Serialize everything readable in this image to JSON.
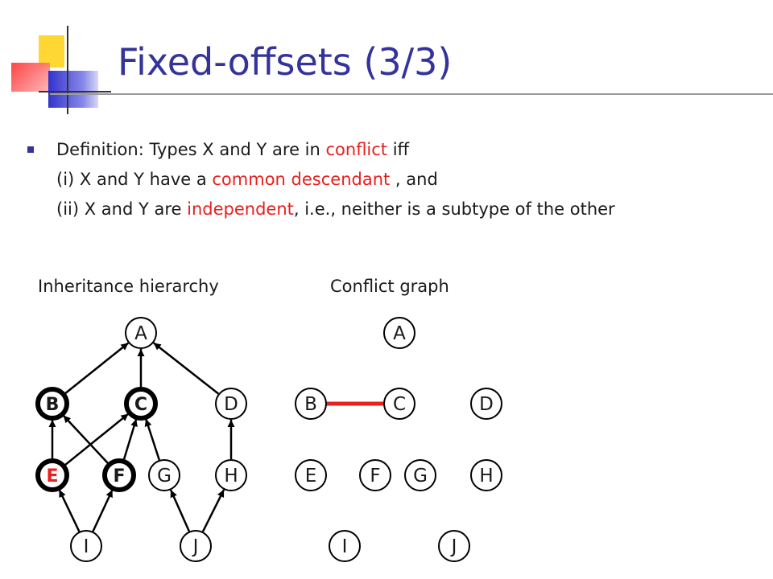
{
  "title": "Fixed-offsets (3/3)",
  "definition": {
    "line1": [
      {
        "text": "Definition: Types X and Y are in ",
        "highlight": false
      },
      {
        "text": "conflict",
        "highlight": true
      },
      {
        "text": " iff",
        "highlight": false
      }
    ],
    "line2": [
      {
        "text": "(i)  X and Y have a ",
        "highlight": false
      },
      {
        "text": "common descendant",
        "highlight": true
      },
      {
        "text": " , and",
        "highlight": false
      }
    ],
    "line3": [
      {
        "text": "(ii) X and Y are ",
        "highlight": false
      },
      {
        "text": "independent",
        "highlight": true
      },
      {
        "text": ", i.e., neither is a subtype of the other",
        "highlight": false
      }
    ]
  },
  "labels": {
    "inheritance": "Inheritance hierarchy",
    "conflict": "Conflict graph"
  },
  "colors": {
    "title": "#33339a",
    "highlight": "#e8201e",
    "conflict_edge": "#e8201e",
    "highlighted_node_text": "#e8201e"
  },
  "inheritance_graph": {
    "nodes": [
      {
        "id": "A",
        "label": "A",
        "style": "normal"
      },
      {
        "id": "B",
        "label": "B",
        "style": "bold"
      },
      {
        "id": "C",
        "label": "C",
        "style": "bold"
      },
      {
        "id": "D",
        "label": "D",
        "style": "normal"
      },
      {
        "id": "E",
        "label": "E",
        "style": "bold-red"
      },
      {
        "id": "F",
        "label": "F",
        "style": "bold"
      },
      {
        "id": "G",
        "label": "G",
        "style": "normal"
      },
      {
        "id": "H",
        "label": "H",
        "style": "normal"
      },
      {
        "id": "I",
        "label": "I",
        "style": "normal"
      },
      {
        "id": "J",
        "label": "J",
        "style": "normal"
      }
    ],
    "edges": [
      {
        "from": "B",
        "to": "A"
      },
      {
        "from": "C",
        "to": "A"
      },
      {
        "from": "D",
        "to": "A"
      },
      {
        "from": "E",
        "to": "B"
      },
      {
        "from": "F",
        "to": "B"
      },
      {
        "from": "E",
        "to": "C"
      },
      {
        "from": "F",
        "to": "C"
      },
      {
        "from": "G",
        "to": "C"
      },
      {
        "from": "H",
        "to": "D"
      },
      {
        "from": "I",
        "to": "E"
      },
      {
        "from": "I",
        "to": "F"
      },
      {
        "from": "J",
        "to": "G"
      },
      {
        "from": "J",
        "to": "H"
      }
    ]
  },
  "conflict_graph": {
    "nodes": [
      {
        "id": "A",
        "label": "A"
      },
      {
        "id": "B",
        "label": "B"
      },
      {
        "id": "C",
        "label": "C"
      },
      {
        "id": "D",
        "label": "D"
      },
      {
        "id": "E",
        "label": "E"
      },
      {
        "id": "F",
        "label": "F"
      },
      {
        "id": "G",
        "label": "G"
      },
      {
        "id": "H",
        "label": "H"
      },
      {
        "id": "I",
        "label": "I"
      },
      {
        "id": "J",
        "label": "J"
      }
    ],
    "edges": [
      {
        "from": "B",
        "to": "C"
      }
    ]
  }
}
